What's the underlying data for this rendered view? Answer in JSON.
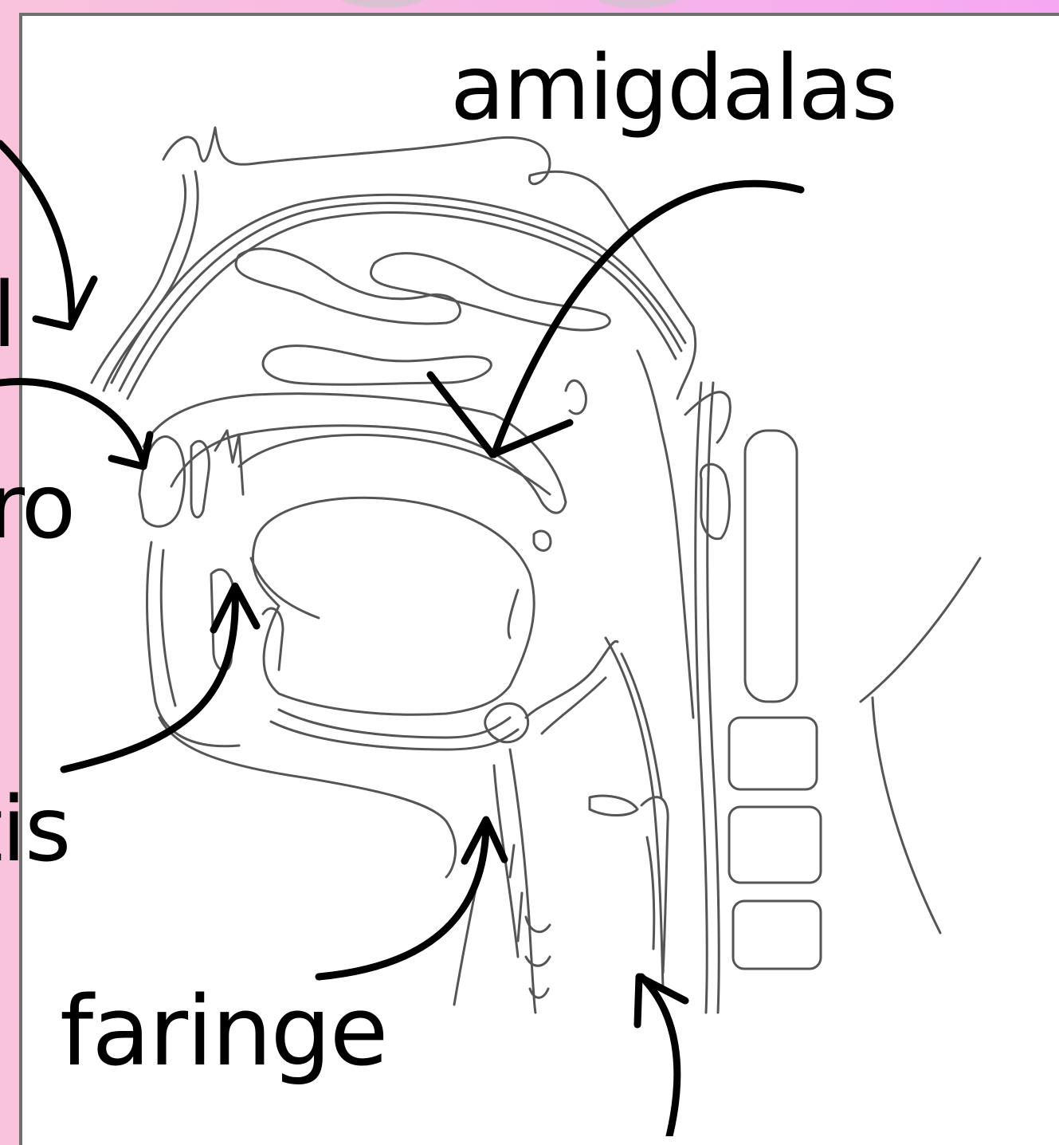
{
  "colors": {
    "background_left": "#f9c3dc",
    "background_right": "#f5a8f2",
    "panel": "#ffffff",
    "panel_border": "#6f6f6f",
    "line": "#000000"
  },
  "labels": {
    "amigdalas": "amigdalas",
    "left_1": "l",
    "left_2": "ro",
    "left_3": "tis",
    "faringe": "faringe"
  }
}
